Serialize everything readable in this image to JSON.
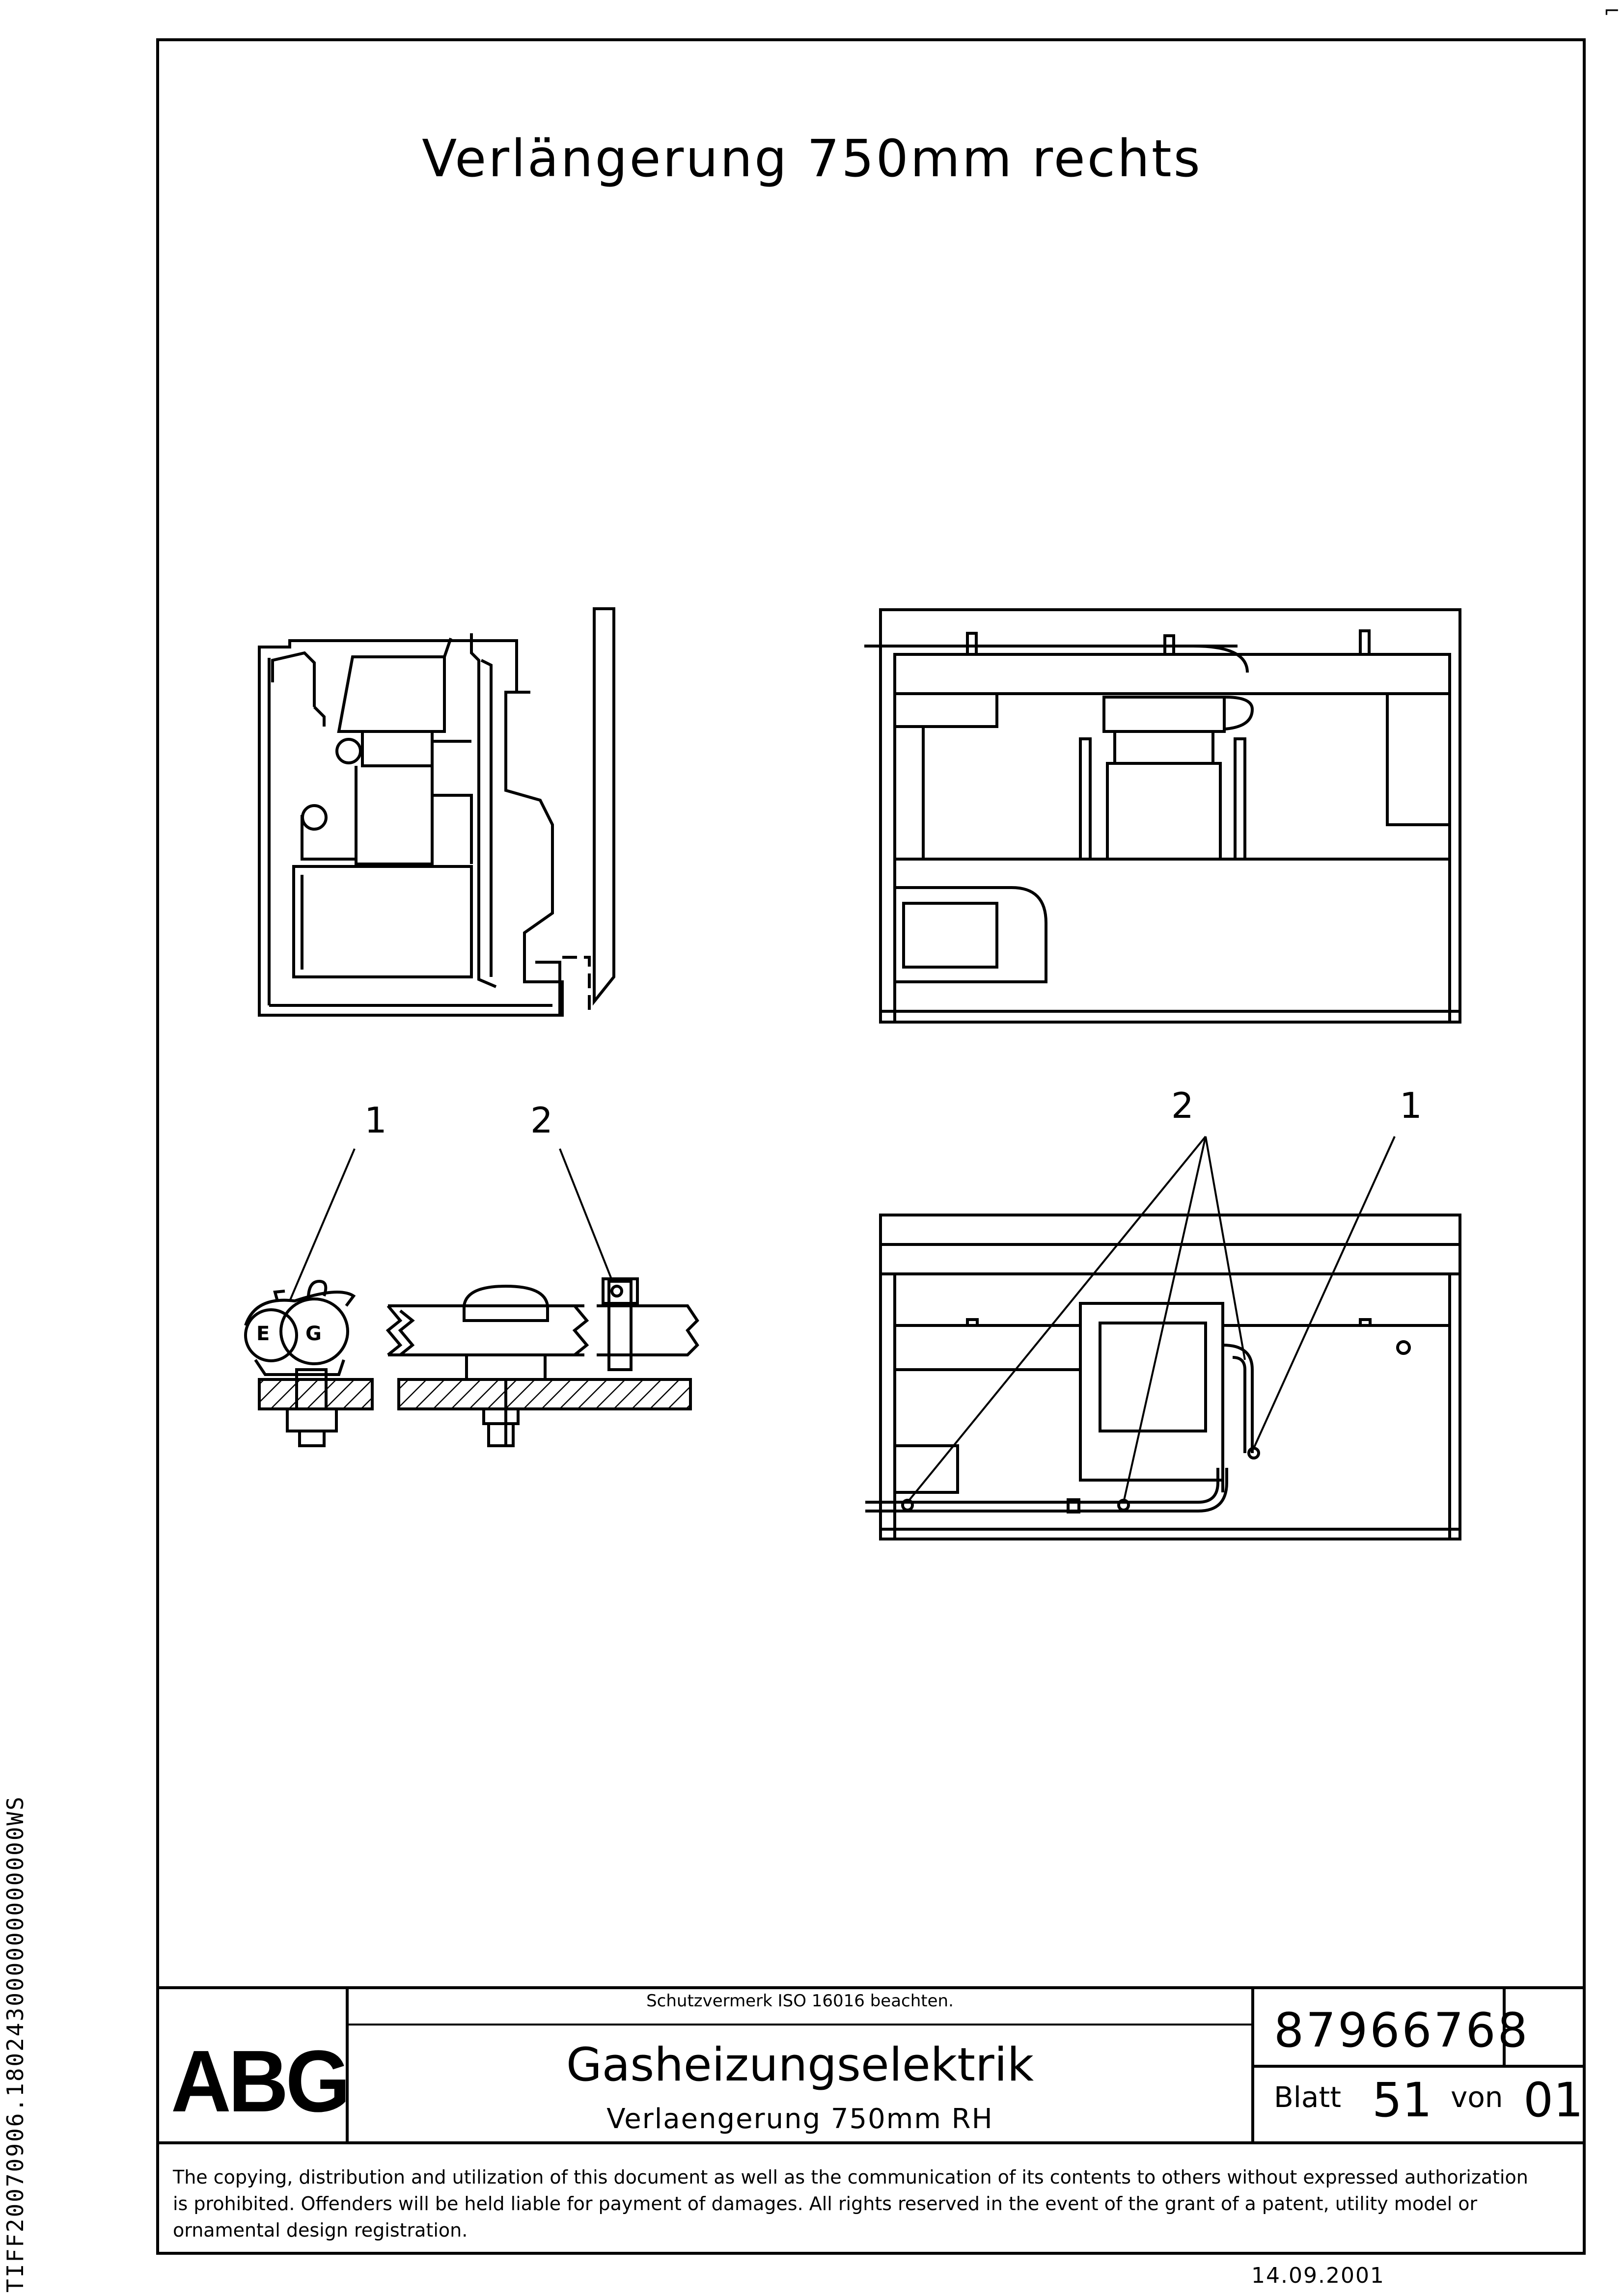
{
  "sheet_title": "Verlängerung 750mm rechts",
  "side_code": "TIFF20070906.180243000000000000WS",
  "callouts": {
    "left_1": "1",
    "left_2": "2",
    "right_2": "2",
    "right_1": "1",
    "label_e": "E",
    "label_g": "G"
  },
  "title_block": {
    "logo": "ABG",
    "notice": "Schutzvermerk ISO 16016 beachten.",
    "title": "Gasheizungselektrik",
    "subtitle": "Verlaengerung 750mm RH",
    "document_number": "87966768",
    "sheet_label": "Blatt",
    "sheet_number": "51",
    "of_label": "von",
    "of_number": "01"
  },
  "copyright_lines": [
    "The copying, distribution and utilization of this document as well as the communication of its contents to others without expressed authorization",
    "is prohibited. Offenders will be held liable for payment of damages. All rights reserved in the event of the grant of a patent, utility model or",
    "ornamental design registration."
  ],
  "date": "14.09.2001"
}
